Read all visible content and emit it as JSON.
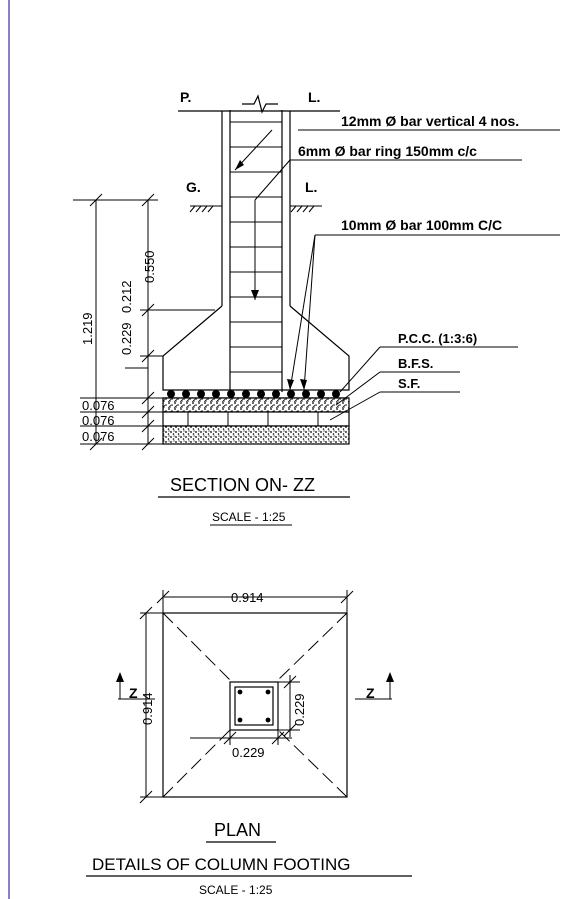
{
  "section": {
    "plinth_left": "P.",
    "plinth_right": "L.",
    "ground_left": "G.",
    "ground_right": "L.",
    "note_vertical_bar": "12mm Ø bar vertical 4 nos.",
    "note_ring": "6mm Ø bar ring 150mm c/c",
    "note_mesh": "10mm Ø bar 100mm C/C",
    "note_pcc": "P.C.C. (1:3:6)",
    "note_bfs": "B.F.S.",
    "note_sf": "S.F.",
    "dim_total": "1.219",
    "dim_upper": "0.550",
    "dim_slope": "0.212",
    "dim_base": "0.229",
    "dim_layer1": "0.076",
    "dim_layer2": "0.076",
    "dim_layer3": "0.076",
    "title": "SECTION ON- ZZ",
    "scale": "SCALE - 1:25"
  },
  "plan": {
    "dim_width": "0.914",
    "dim_height": "0.914",
    "dim_col_w": "0.229",
    "dim_col_h": "0.229",
    "z_left": "Z",
    "z_right": "Z",
    "title": "PLAN"
  },
  "sheet": {
    "title": "DETAILS OF COLUMN FOOTING",
    "scale": "SCALE - 1:25"
  }
}
